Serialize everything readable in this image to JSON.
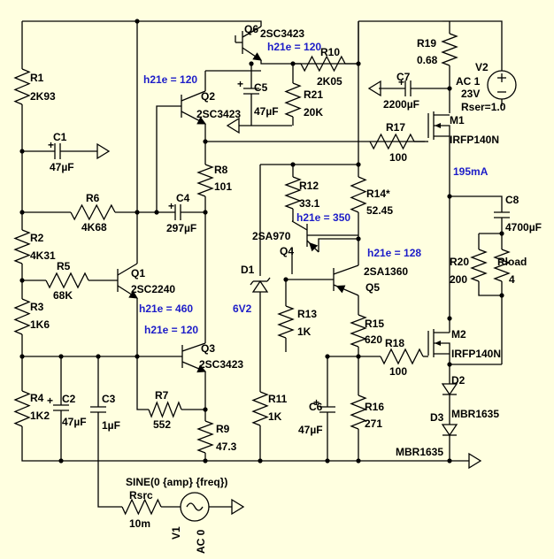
{
  "components": {
    "R1": {
      "ref": "R1",
      "value": "2K93"
    },
    "R2": {
      "ref": "R2",
      "value": "4K31"
    },
    "R3": {
      "ref": "R3",
      "value": "1K6"
    },
    "R4": {
      "ref": "R4",
      "value": "1K2"
    },
    "R5": {
      "ref": "R5",
      "value": "68K"
    },
    "R6": {
      "ref": "R6",
      "value": "4K68"
    },
    "R7": {
      "ref": "R7",
      "value": "552"
    },
    "R8": {
      "ref": "R8",
      "value": "101"
    },
    "R9": {
      "ref": "R9",
      "value": "47.3"
    },
    "R10": {
      "ref": "R10",
      "value": "2K05"
    },
    "R11": {
      "ref": "R11",
      "value": "1K"
    },
    "R12": {
      "ref": "R12",
      "value": "33.1"
    },
    "R13": {
      "ref": "R13",
      "value": "1K"
    },
    "R14": {
      "ref": "R14*",
      "value": "52.45"
    },
    "R15": {
      "ref": "R15",
      "value": "620"
    },
    "R16": {
      "ref": "R16",
      "value": "271"
    },
    "R17": {
      "ref": "R17",
      "value": "100"
    },
    "R18": {
      "ref": "R18",
      "value": "100"
    },
    "R19": {
      "ref": "R19",
      "value": "0.68"
    },
    "R20": {
      "ref": "R20",
      "value": "200"
    },
    "R21": {
      "ref": "R21",
      "value": "20K"
    },
    "Rload": {
      "ref": "Rload",
      "value": "4"
    },
    "Rsrc": {
      "ref": "Rsrc",
      "value": "10m"
    },
    "C1": {
      "ref": "C1",
      "value": "47µF"
    },
    "C2": {
      "ref": "C2",
      "value": "47µF"
    },
    "C3": {
      "ref": "C3",
      "value": "1µF"
    },
    "C4": {
      "ref": "C4",
      "value": "297µF"
    },
    "C5": {
      "ref": "C5",
      "value": "47µF"
    },
    "C6": {
      "ref": "C6",
      "value": "47µF"
    },
    "C7": {
      "ref": "C7",
      "value": "2200µF"
    },
    "C8": {
      "ref": "C8",
      "value": "4700µF"
    },
    "Q1": {
      "ref": "Q1",
      "part": "2SC2240",
      "h21e": "h21e = 460"
    },
    "Q2": {
      "ref": "Q2",
      "part": "2SC3423",
      "h21e": "h21e = 120"
    },
    "Q3": {
      "ref": "Q3",
      "part": "2SC3423",
      "h21e": "h21e = 120"
    },
    "Q4": {
      "ref": "Q4",
      "part": "2SA970",
      "h21e": "h21e = 350"
    },
    "Q5": {
      "ref": "Q5",
      "part": "2SA1360",
      "h21e": "h21e = 128"
    },
    "Q6": {
      "ref": "Q6",
      "part": "2SC3423",
      "h21e": "h21e = 120"
    },
    "M1": {
      "ref": "M1",
      "part": "IRFP140N"
    },
    "M2": {
      "ref": "M2",
      "part": "IRFP140N"
    },
    "D1": {
      "ref": "D1",
      "value": "6V2"
    },
    "D2": {
      "ref": "D2"
    },
    "D3": {
      "ref": "D3"
    },
    "D2D3_part": [
      "MBR1635",
      "MBR1635"
    ],
    "V1": {
      "ref": "V1",
      "source": "SINE(0 {amp} {freq})",
      "ac": "AC 0"
    },
    "V2": {
      "ref": "V2",
      "ac": "AC 1",
      "value": "23V",
      "rser": "Rser=1.0"
    }
  },
  "measurement": "195mA",
  "colors": {
    "background": "#ffffe0",
    "wire": "#000000",
    "annotation": "#1c1cc8"
  }
}
